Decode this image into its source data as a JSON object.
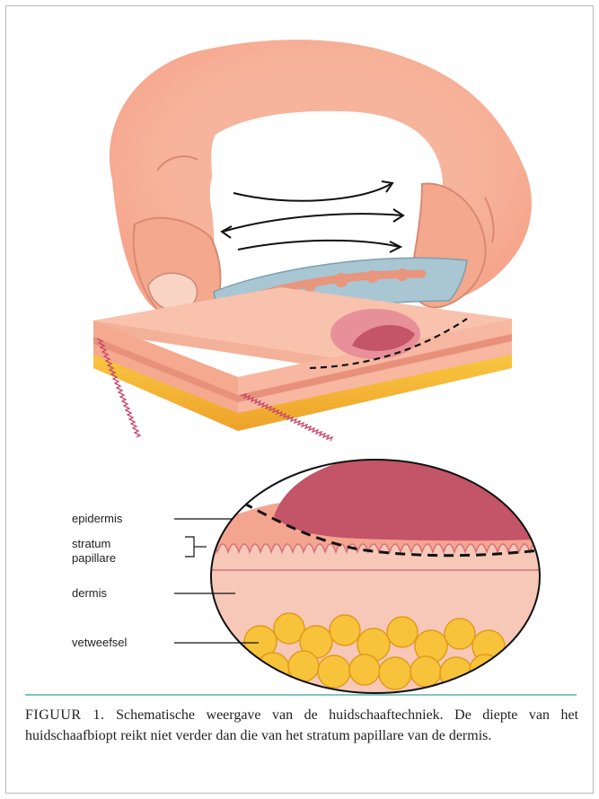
{
  "labels": {
    "epidermis": "epidermis",
    "stratum_line1": "stratum",
    "stratum_line2": "papillare",
    "dermis": "dermis",
    "vetweefsel": "vetweefsel"
  },
  "caption": {
    "figure_label": "FIGUUR 1.",
    "text": "Schematische weergave van de huidschaaftechniek. De diepte van het huidschaafbiopt reikt niet verder dan die van het stratum papillare van de dermis."
  },
  "colors": {
    "skin": "#f6b59e",
    "skin_dark": "#e8967e",
    "lesion": "#c45468",
    "fat": "#f7c33a",
    "fat_edge": "#e19a1a",
    "dermis_pink": "#f7c8b8",
    "blade": "#a9c6d3",
    "caption_rule": "#7fc6c0"
  }
}
